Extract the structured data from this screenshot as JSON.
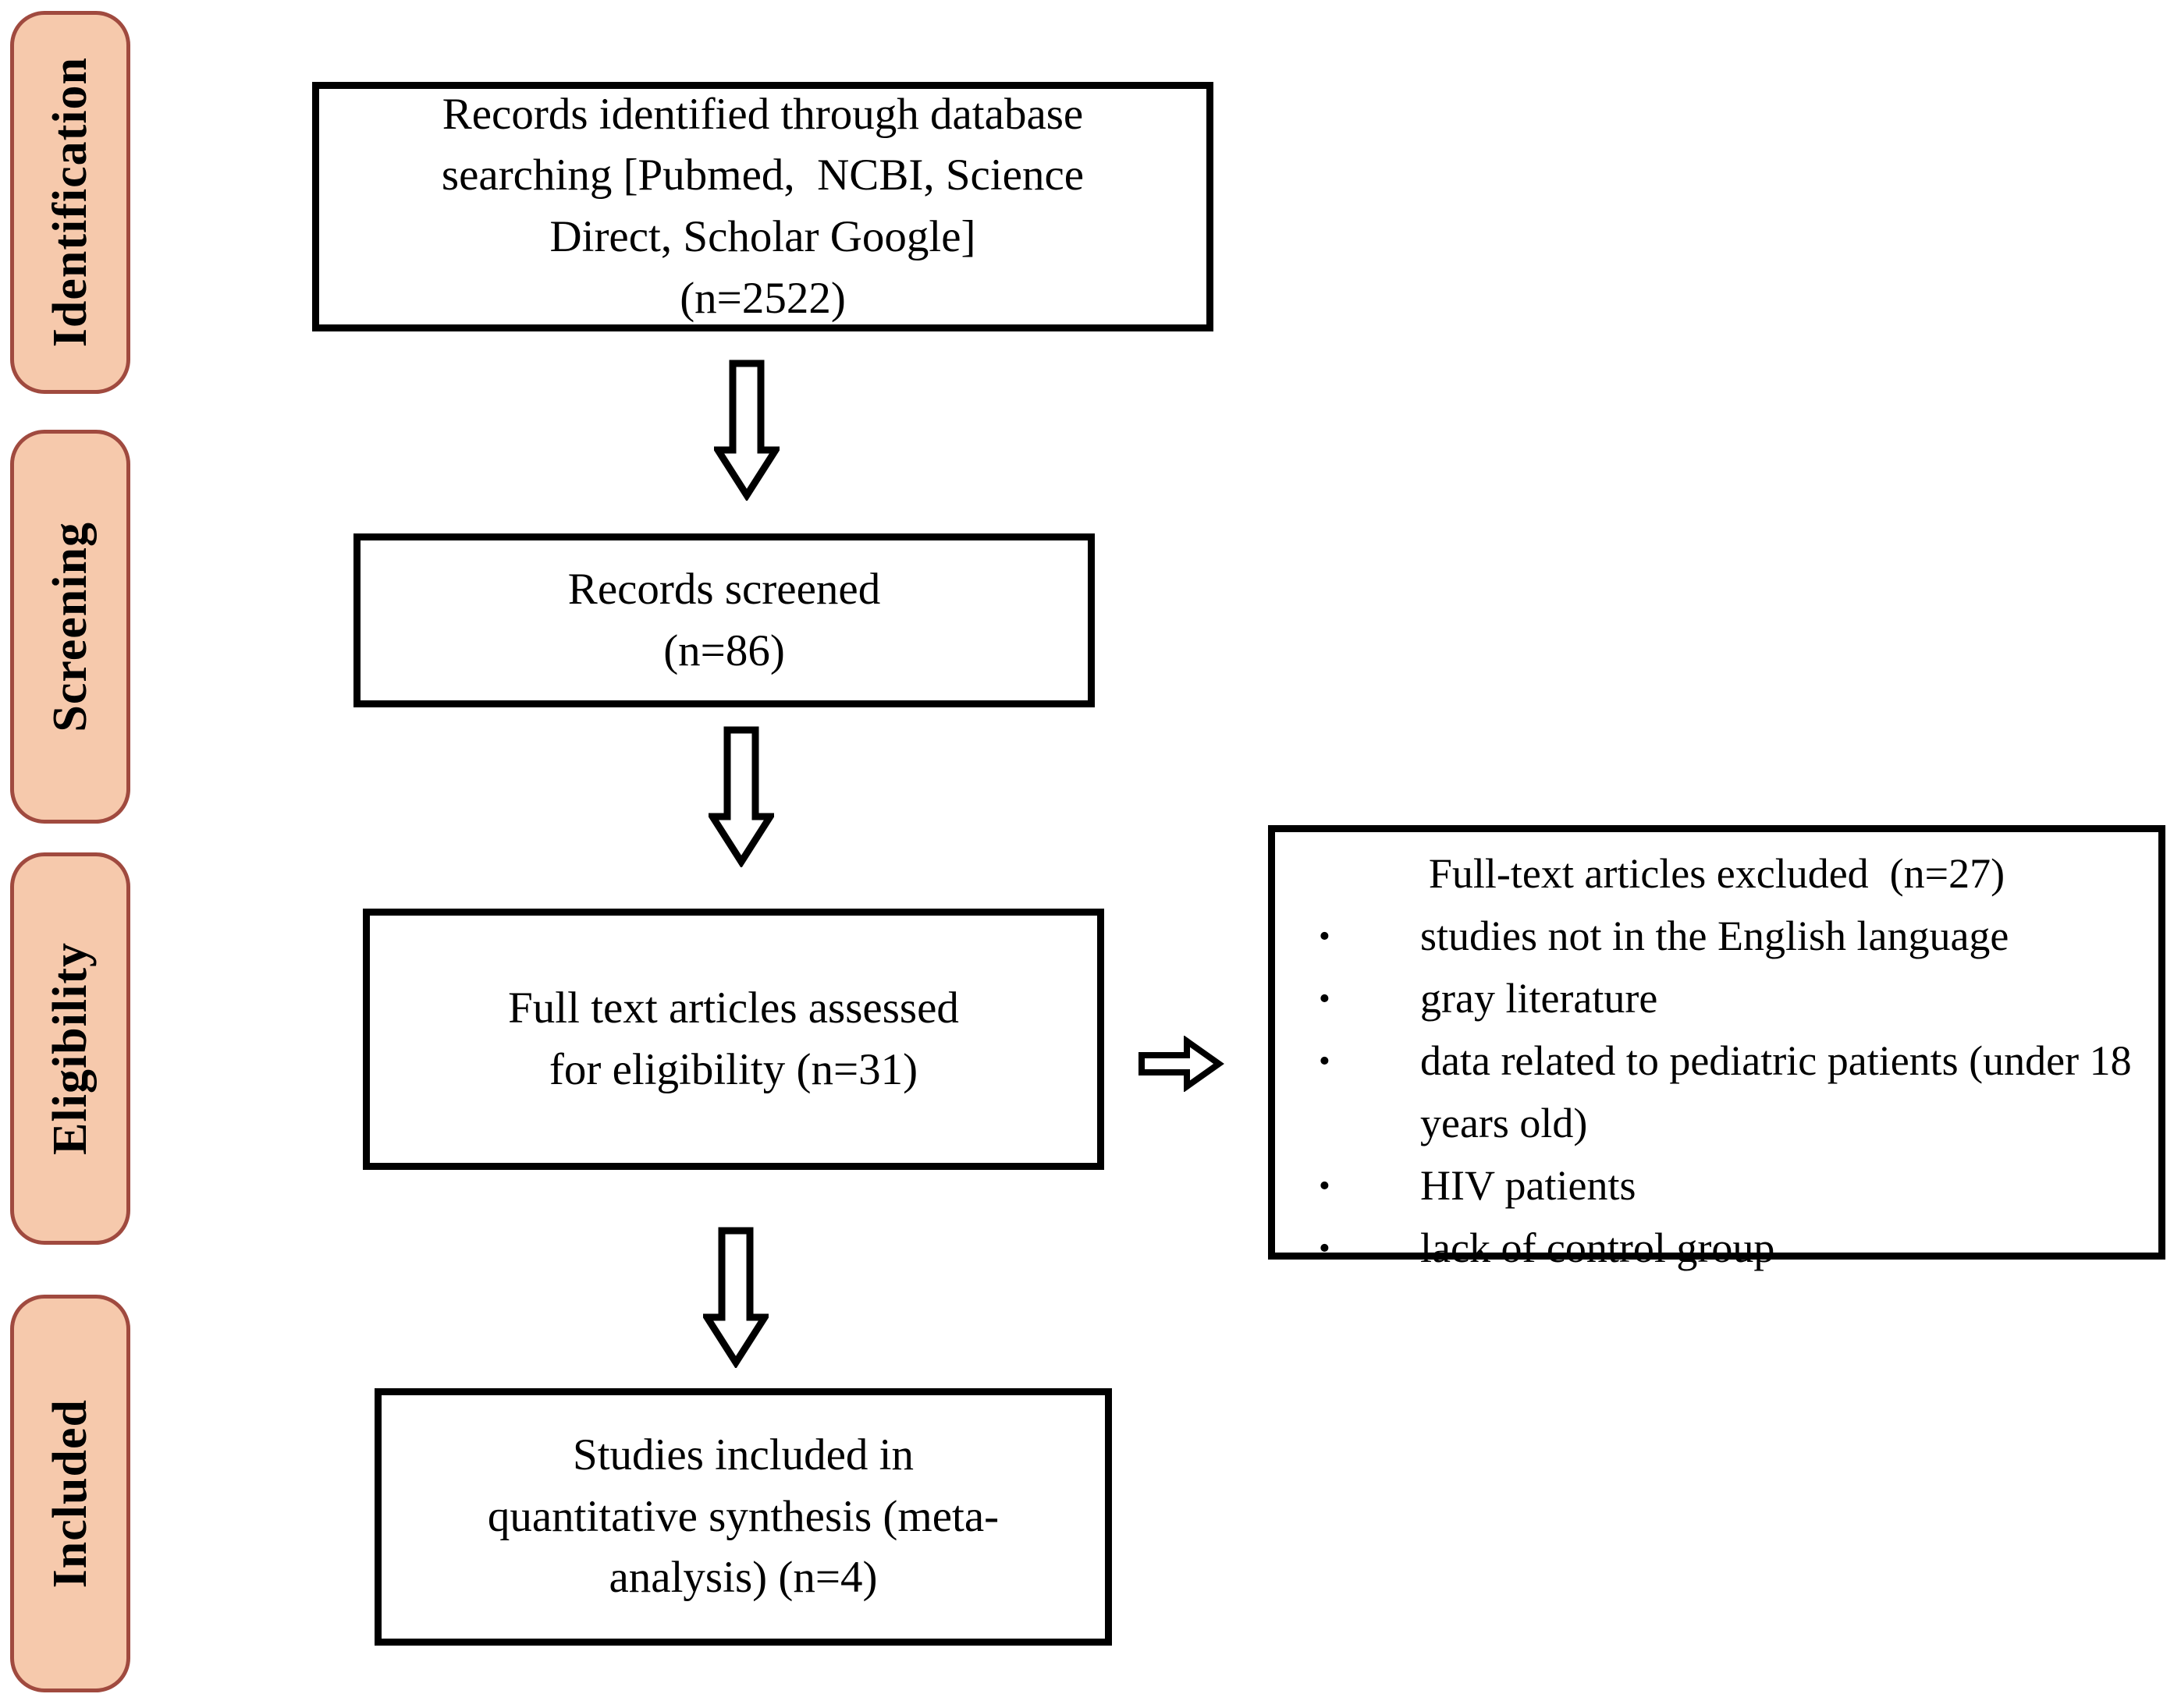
{
  "colors": {
    "stage_fill": "#F6C9AC",
    "stage_border": "#A04A3F",
    "box_border": "#000000",
    "background": "#FFFFFF"
  },
  "stages": [
    {
      "label": "Identification"
    },
    {
      "label": "Screening"
    },
    {
      "label": "Eligibility"
    },
    {
      "label": "Included"
    }
  ],
  "flow": {
    "identified": "Records identified through database\nsearching [Pubmed,  NCBI, Science\nDirect, Scholar Google]\n(n=2522)",
    "screened": "Records screened\n(n=86)",
    "assessed": "Full text articles assessed\nfor eligibility (n=31)",
    "included": "Studies included in\nquantitative synthesis (meta-\nanalysis) (n=4)"
  },
  "excluded": {
    "title": "Full-text articles excluded  (n=27)",
    "bullet_glyph": "•",
    "items": [
      "studies not in the English language",
      "gray literature",
      "data related to pediatric patients (under 18 years old)",
      "HIV patients",
      "lack of control group"
    ]
  }
}
